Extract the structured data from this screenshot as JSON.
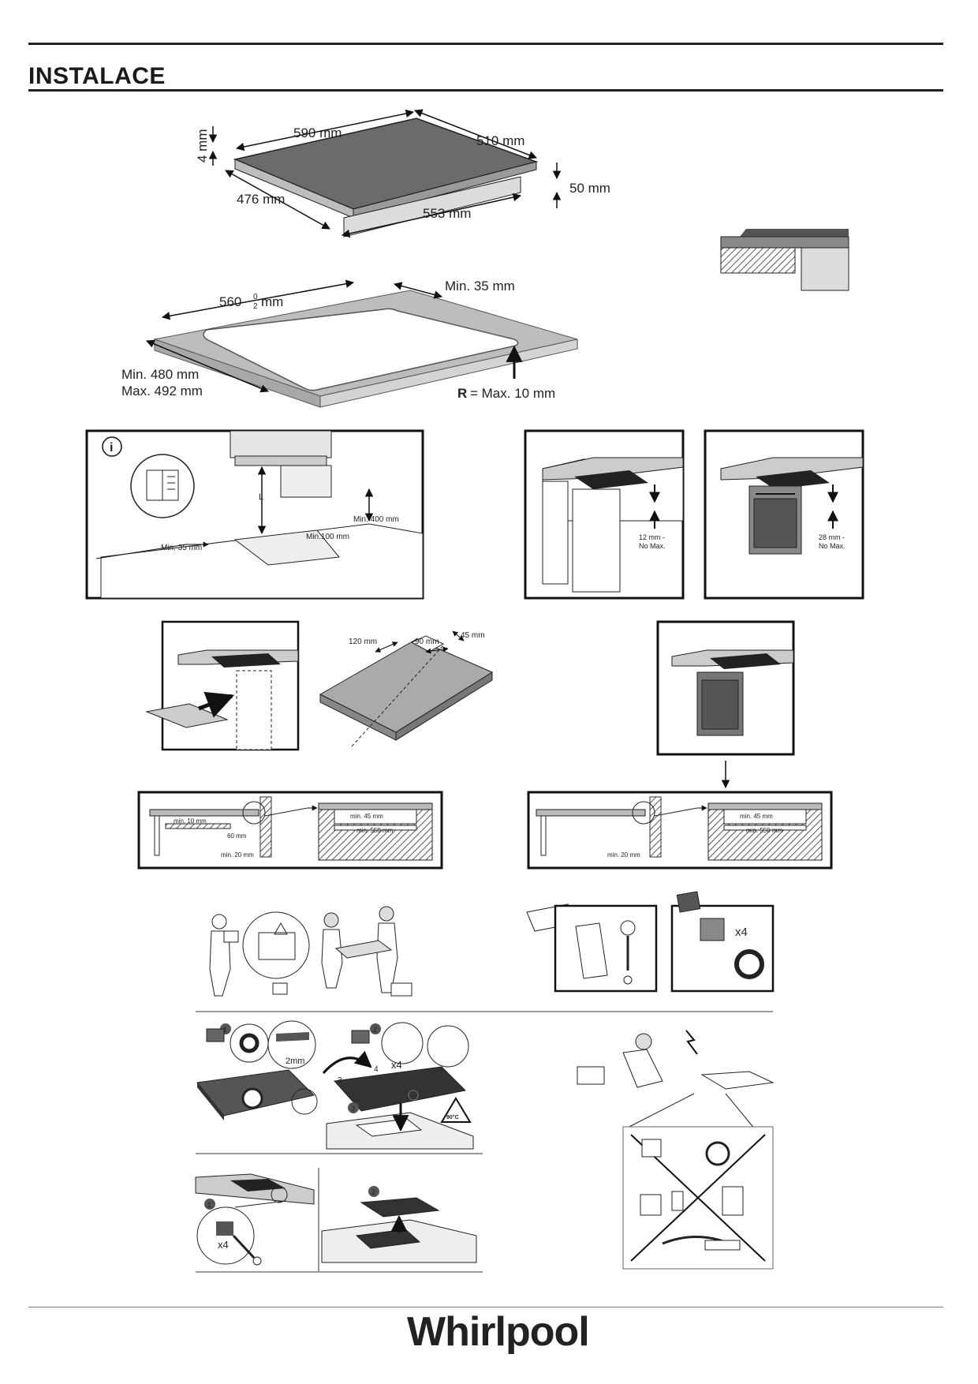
{
  "header": {
    "title": "INSTALACE"
  },
  "hob_dimensions": {
    "width": "590 mm",
    "depth": "510 mm",
    "thickness": "4 mm",
    "body_width": "553 mm",
    "body_depth": "476 mm",
    "height": "50 mm"
  },
  "cutout": {
    "width_main": "560",
    "width_tol_plus": "0",
    "width_tol_minus": "2",
    "width_unit": "mm",
    "min_edge": "Min. 35 mm",
    "depth_min": "Min. 480 mm",
    "depth_max": "Max. 492 mm",
    "radius_letter": "R",
    "radius_text": "= Max. 10 mm"
  },
  "clearance": {
    "info_symbol": "i",
    "hood_distance": "L",
    "min_400": "Min. 400 mm",
    "min_100": "Min.100 mm",
    "min_35": "Min. 35 mm"
  },
  "drawer_gap": {
    "line1": "12 mm -",
    "line2": "No Max."
  },
  "oven_gap": {
    "line1": "28 mm -",
    "line2": "No Max."
  },
  "worktop_cut": {
    "d120": "120 mm",
    "d90": "90 mm",
    "d45": "45 mm"
  },
  "section_left": {
    "min10": "min. 10 mm",
    "d60": "60 mm",
    "min20": "min. 20 mm",
    "min45": "min. 45 mm",
    "min550": "min. 550 mm"
  },
  "section_right": {
    "min20": "min. 20 mm",
    "min45": "min. 45 mm",
    "min550": "min. 550 mm"
  },
  "accessories": {
    "count": "x4"
  },
  "steps": {
    "s1": "1",
    "s2": "2",
    "s3": "3",
    "gap": "2mm",
    "count": "x4",
    "n3": "3",
    "n4": "4",
    "temp": "90°C"
  },
  "fixing": {
    "s1": "1",
    "s2": "2",
    "count": "x4"
  },
  "footer": {
    "brand": "Whirlpool"
  }
}
